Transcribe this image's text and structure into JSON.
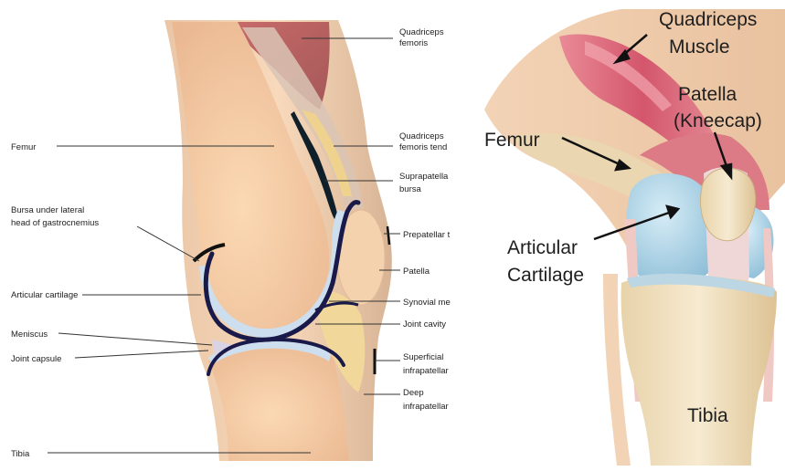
{
  "left_diagram": {
    "labels": {
      "quadriceps_femoris": [
        "Quadriceps",
        "femoris"
      ],
      "quadriceps_femoris_tendon": [
        "Quadriceps",
        "femoris tend"
      ],
      "suprapatellar_bursa": [
        "Suprapatella",
        "bursa"
      ],
      "prepatellar_bursa": [
        "Prepatellar t"
      ],
      "patella": [
        "Patella"
      ],
      "synovial_membrane": [
        "Synovial me"
      ],
      "joint_cavity": [
        "Joint cavity"
      ],
      "superficial_infrapatellar": [
        "Superficial",
        "infrapatellar"
      ],
      "deep_infrapatellar": [
        "Deep",
        "infrapatellar"
      ],
      "femur": [
        "Femur"
      ],
      "bursa_gastrocnemius": [
        "Bursa under lateral",
        "head of gastrocnemius"
      ],
      "articular_cartilage": [
        "Articular cartilage"
      ],
      "meniscus": [
        "Meniscus"
      ],
      "joint_capsule": [
        "Joint capsule"
      ],
      "tibia": [
        "Tibia"
      ]
    }
  },
  "right_diagram": {
    "labels": {
      "quadriceps_muscle": [
        "Quadriceps",
        "Muscle"
      ],
      "patella_kneecap": [
        "Patella",
        "(Kneecap)"
      ],
      "femur": [
        "Femur"
      ],
      "articular_cartilage": [
        "Articular",
        "Cartilage"
      ],
      "tibia": [
        "Tibia"
      ]
    }
  },
  "colors": {
    "skin": "#f7cfa6",
    "bone": "#f3c9a0",
    "cartilage": "#c9dcef",
    "capsule": "#1a1a4a",
    "muscle": "#c66b6b",
    "fat": "#f2d79a",
    "ligament": "#f1c9c4",
    "right_bone": "#efe1bf",
    "right_muscle": "#d9687a",
    "right_cartilage": "#a9cde2"
  }
}
